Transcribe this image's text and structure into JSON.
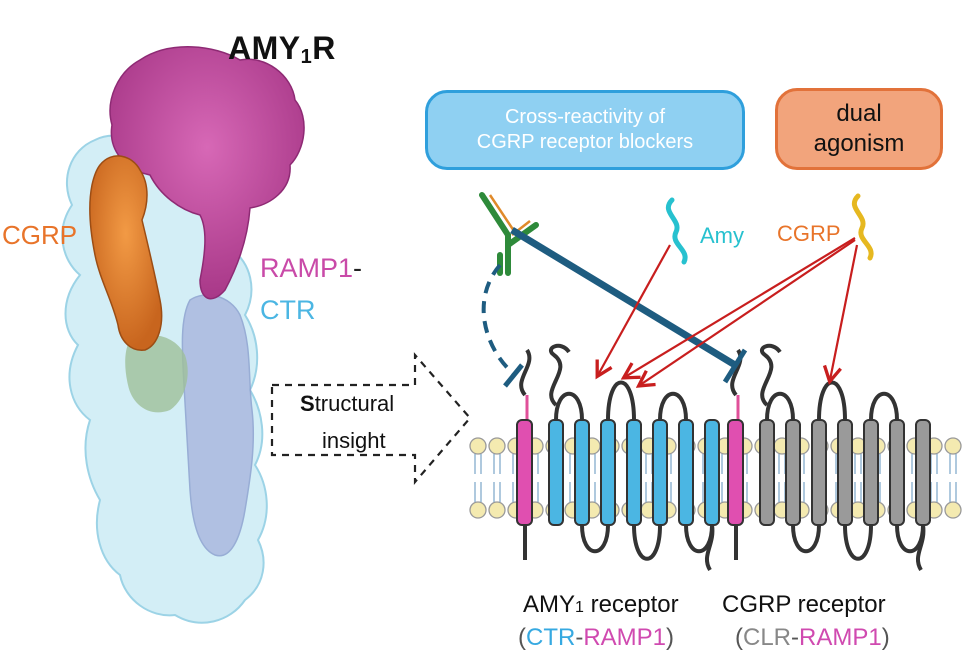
{
  "title": {
    "main": "AMY",
    "sub": "1",
    "tail": "R"
  },
  "protein_labels": {
    "cgrp": "CGRP",
    "ramp1": "RAMP1",
    "ramp1_dash": "-",
    "ctr": "CTR"
  },
  "boxes": {
    "cross_reactivity_line1": "Cross-reactivity of",
    "cross_reactivity_line2": "CGRP receptor blockers",
    "dual_line1": "dual",
    "dual_line2": "agonism"
  },
  "ligands": {
    "amy": "Amy",
    "cgrp": "CGRP"
  },
  "arrow_text": {
    "line1_initial": "S",
    "line1_rest": "tructural",
    "line2": "insight"
  },
  "receptors": {
    "amy1_main": "AMY",
    "amy1_sub": "1",
    "amy1_tail": " receptor",
    "amy1_open": "(",
    "amy1_ctr": "CTR",
    "amy1_dash": "-",
    "amy1_ramp": "RAMP1",
    "amy1_close": ")",
    "cgrp_name": "CGRP receptor",
    "cgrp_open": "(",
    "cgrp_clr": "CLR",
    "cgrp_dash": "-",
    "cgrp_ramp": "RAMP1",
    "cgrp_close": ")"
  },
  "colors": {
    "cgrp_orange": "#e8742a",
    "ramp1_magenta": "#c94aa8",
    "ctr_blue": "#4bb6e3",
    "clr_gray": "#9a9a9a",
    "blocker_line": "#1e5c80",
    "agonist_arrow": "#c81e1e"
  }
}
